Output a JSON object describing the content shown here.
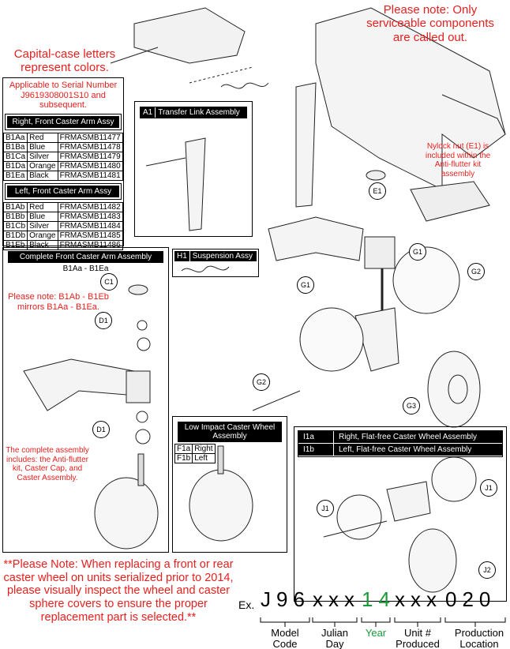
{
  "notes": {
    "serviceable": "Please note: Only serviceable components are called out.",
    "capital_case": "Capital-case letters represent colors.",
    "serial": "Applicable to Serial Number J9619308001S10 and subsequent.",
    "nylock": "Nylock nut (E1) is included within the Anti-flutter kit assembly",
    "mirrors": "Please note: B1Ab - B1Eb mirrors B1Aa - B1Ea.",
    "complete_assembly": "The complete assembly includes: the Anti-flutter kit, Caster Cap, and Caster Assembly.",
    "replace": "**Please Note: When replacing a front or rear caster wheel on units serialized prior to 2014, please visually inspect the wheel and caster sphere covers to ensure the proper replacement part is selected.**"
  },
  "right_arm": {
    "title": "Right, Front Caster Arm Assy",
    "rows": [
      [
        "B1Aa",
        "Red",
        "FRMASMB11477"
      ],
      [
        "B1Ba",
        "Blue",
        "FRMASMB11478"
      ],
      [
        "B1Ca",
        "Silver",
        "FRMASMB11479"
      ],
      [
        "B1Da",
        "Orange",
        "FRMASMB11480"
      ],
      [
        "B1Ea",
        "Black",
        "FRMASMB11481"
      ]
    ]
  },
  "left_arm": {
    "title": "Left, Front Caster Arm Assy",
    "rows": [
      [
        "B1Ab",
        "Red",
        "FRMASMB11482"
      ],
      [
        "B1Bb",
        "Blue",
        "FRMASMB11483"
      ],
      [
        "B1Cb",
        "Silver",
        "FRMASMB11484"
      ],
      [
        "B1Db",
        "Orange",
        "FRMASMB11485"
      ],
      [
        "B1Eb",
        "Black",
        "FRMASMB11486"
      ]
    ]
  },
  "transfer_link": {
    "code": "A1",
    "title": "Transfer Link Assembly"
  },
  "suspension": {
    "code": "H1",
    "title": "Suspension Assy"
  },
  "complete_arm": {
    "title": "Complete Front Caster Arm Assembly",
    "range": "B1Aa - B1Ea"
  },
  "low_impact": {
    "title": "Low Impact Caster Wheel Assembly",
    "rows": [
      [
        "F1a",
        "Right"
      ],
      [
        "F1b",
        "Left"
      ]
    ]
  },
  "flat_free": {
    "rows": [
      [
        "I1a",
        "Right, Flat-free Caster Wheel Assembly"
      ],
      [
        "I1b",
        "Left, Flat-free Caster Wheel Assembly"
      ]
    ]
  },
  "callouts": {
    "e1": "E1",
    "g1a": "G1",
    "g2a": "G2",
    "g1b": "G1",
    "g2b": "G2",
    "g3": "G3",
    "c1": "C1",
    "d1a": "D1",
    "d1b": "D1",
    "j1a": "J1",
    "j1b": "J1",
    "j2": "J2"
  },
  "serial_example": {
    "prefix": "Ex.",
    "model": "J96",
    "julian": "xxx",
    "year": "14",
    "unit": "xxx",
    "location": "020",
    "labels": {
      "model": "Model Code",
      "julian": "Julian Day",
      "year": "Year",
      "unit": "Unit # Produced",
      "location": "Production Location"
    },
    "year_color": "#1a9a3a"
  },
  "colors": {
    "note_red": "#e8201e"
  }
}
